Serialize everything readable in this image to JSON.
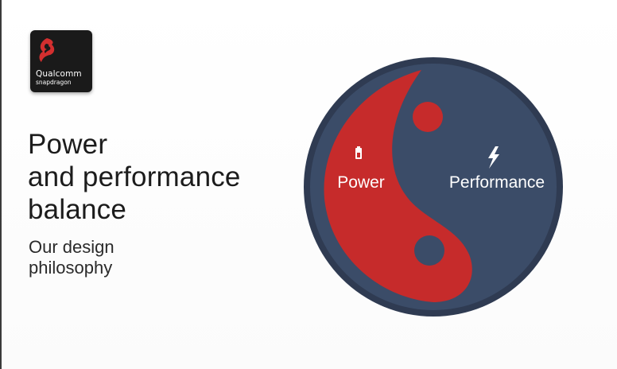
{
  "logo": {
    "brand": "Qualcomm",
    "product": "snapdragon",
    "icon": "snapdragon-logo-icon"
  },
  "slide": {
    "title_lines": [
      "Power",
      "and performance",
      "balance"
    ],
    "subtitle_lines": [
      "Our design",
      "philosophy"
    ]
  },
  "diagram": {
    "left_label": "Power",
    "right_label": "Performance",
    "left_icon": "battery-icon",
    "right_icon": "lightning-bolt-icon",
    "colors": {
      "power_red": "#c62b2b",
      "performance_navy": "#3b4c68",
      "outer_ring": "#2f3b52"
    }
  }
}
